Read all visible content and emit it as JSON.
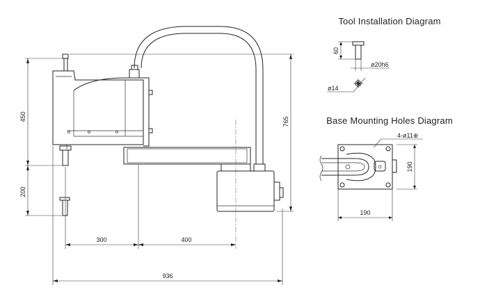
{
  "titles": {
    "tool_installation": "Tool Installation Diagram",
    "base_mounting": "Base Mounting Holes Diagram"
  },
  "main_view": {
    "dim_vertical_upper": "450",
    "dim_vertical_lower": "200",
    "dim_total_height": "765",
    "dim_arm1": "300",
    "dim_arm2": "400",
    "dim_total_width": "936"
  },
  "tool_view": {
    "dim_length": "60",
    "dim_shaft_dia": "ø20h6",
    "dim_hole_dia": "ø14"
  },
  "base_view": {
    "dim_holes": "4-ø11⊕",
    "dim_height": "190",
    "dim_width": "190"
  }
}
